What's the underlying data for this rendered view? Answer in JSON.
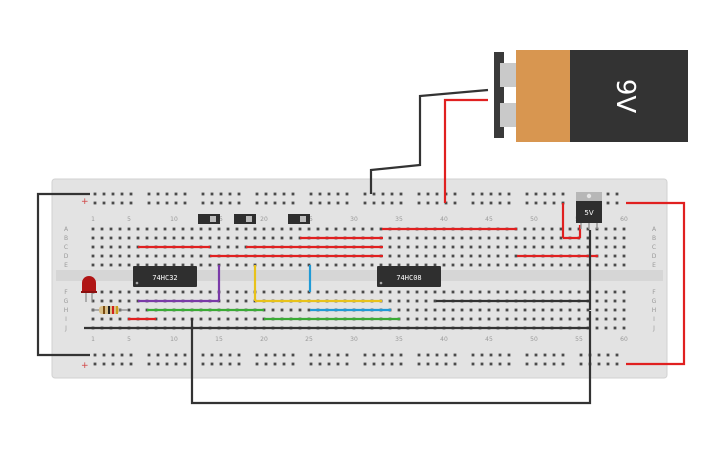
{
  "battery": {
    "voltage_label": "9V",
    "body_color": "#333333",
    "cap_color": "#d89650"
  },
  "regulator": {
    "label": "5V"
  },
  "chips": [
    {
      "id": "chip-74hc32",
      "label": "74HC32"
    },
    {
      "id": "chip-74hc08",
      "label": "74HC08"
    }
  ],
  "breadboard": {
    "column_numbers": [
      "1",
      "5",
      "10",
      "15",
      "20",
      "25",
      "30",
      "35",
      "40",
      "45",
      "50",
      "55",
      "60"
    ],
    "row_letters_top": [
      "A",
      "B",
      "C",
      "D",
      "E"
    ],
    "row_letters_bottom": [
      "F",
      "G",
      "H",
      "I",
      "J"
    ],
    "rail_plus": "+",
    "rail_minus": "−"
  },
  "components": {
    "switch_count": 3,
    "led_color": "#b01515",
    "resistor_label": ""
  },
  "wire_colors": {
    "red": "#e02020",
    "black": "#333333",
    "purple": "#7a3aa8",
    "yellow": "#e8c21a",
    "blue": "#1f9ad6",
    "green": "#3aaa35"
  }
}
